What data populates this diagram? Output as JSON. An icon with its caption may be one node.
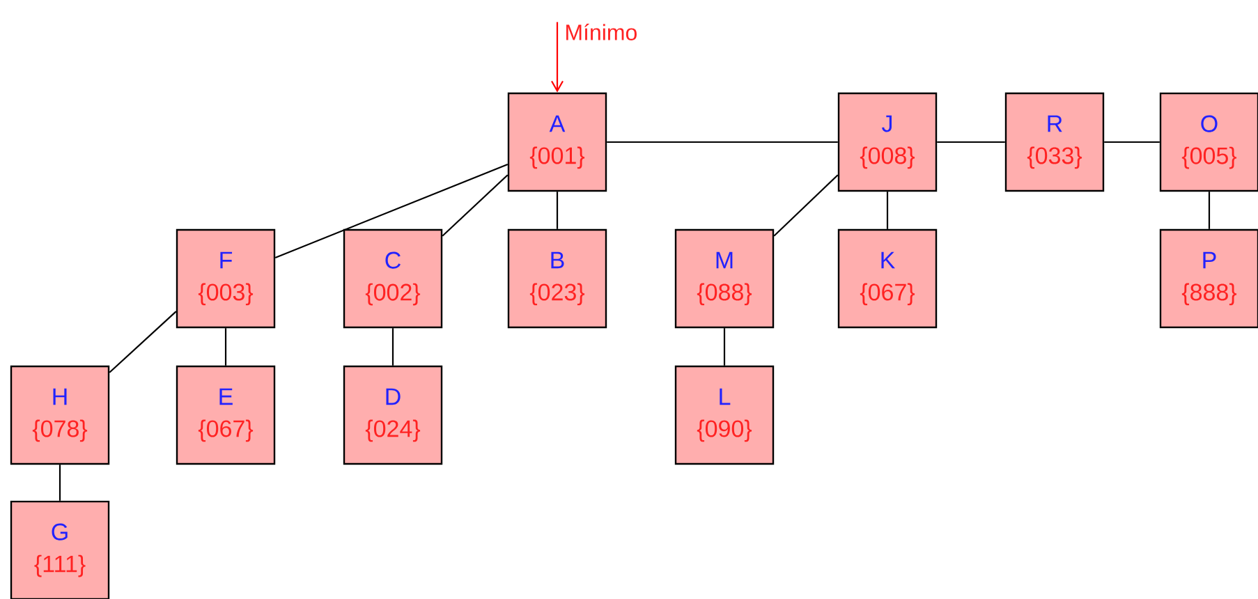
{
  "diagram": {
    "nodes": [
      {
        "text": [
          "Mínimo"
        ]
      },
      {
        "text": [
          "A",
          "{001}"
        ]
      },
      {
        "text": [
          "J",
          "{008}"
        ]
      },
      {
        "text": [
          "R",
          "{033}"
        ]
      },
      {
        "text": [
          "O",
          "{005}"
        ]
      },
      {
        "text": [
          "F",
          "{003}"
        ]
      },
      {
        "text": [
          "C",
          "{002}"
        ]
      },
      {
        "text": [
          "B",
          "{023}"
        ]
      },
      {
        "text": [
          "M",
          "{088}"
        ]
      },
      {
        "text": [
          "K",
          "{067}"
        ]
      },
      {
        "text": [
          "P",
          "{888}"
        ]
      },
      {
        "text": [
          "H",
          "{078}"
        ]
      },
      {
        "text": [
          "E",
          "{067}"
        ]
      },
      {
        "text": [
          "D",
          "{024}"
        ]
      },
      {
        "text": [
          "L",
          "{090}"
        ]
      },
      {
        "text": [
          "G",
          "{111}"
        ]
      }
    ],
    "edges": [
      {
        "from": 0,
        "to": 1,
        "arrow": "to",
        "color": "#ff0000"
      },
      {
        "from": 1,
        "to": 2,
        "arrow": "none"
      },
      {
        "from": 2,
        "to": 3,
        "arrow": "none"
      },
      {
        "from": 3,
        "to": 4,
        "arrow": "none"
      },
      {
        "from": 1,
        "to": 5,
        "arrow": "none"
      },
      {
        "from": 1,
        "to": 6,
        "arrow": "none"
      },
      {
        "from": 1,
        "to": 7,
        "arrow": "none"
      },
      {
        "from": 2,
        "to": 8,
        "arrow": "none"
      },
      {
        "from": 2,
        "to": 9,
        "arrow": "none"
      },
      {
        "from": 4,
        "to": 10,
        "arrow": "none"
      },
      {
        "from": 5,
        "to": 11,
        "arrow": "none"
      },
      {
        "from": 5,
        "to": 12,
        "arrow": "none"
      },
      {
        "from": 6,
        "to": 13,
        "arrow": "none"
      },
      {
        "from": 8,
        "to": 14,
        "arrow": "none"
      },
      {
        "from": 11,
        "to": 15,
        "arrow": "none"
      }
    ]
  }
}
